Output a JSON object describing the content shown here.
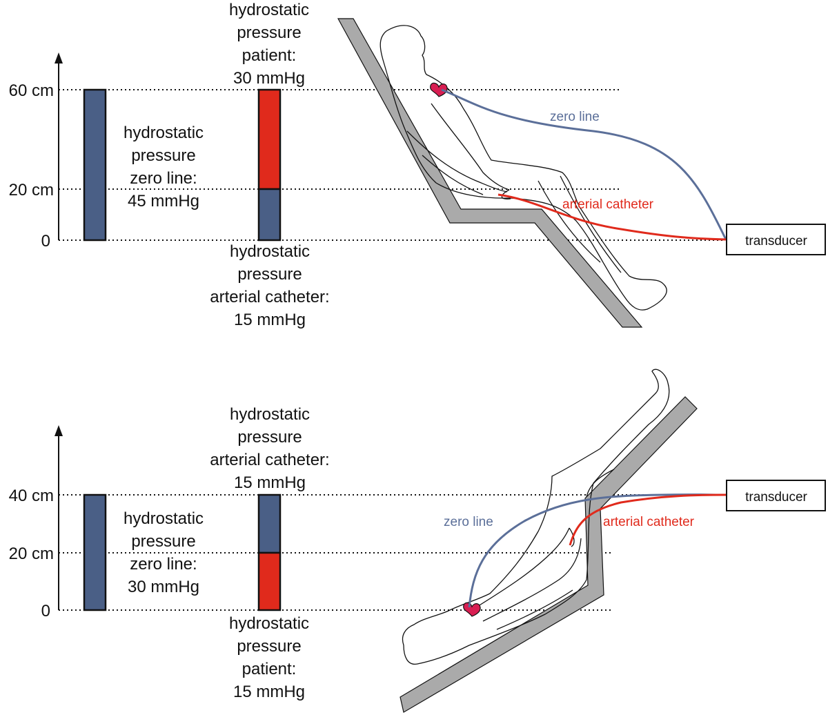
{
  "top_panel": {
    "axis_ticks": [
      "60 cm",
      "20 cm",
      "0"
    ],
    "zero_line_pressure": [
      "hydrostatic",
      "pressure",
      "zero line:",
      "45 mmHg"
    ],
    "patient_pressure": [
      "hydrostatic",
      "pressure",
      "patient:",
      "30 mmHg"
    ],
    "catheter_pressure": [
      "hydrostatic",
      "pressure",
      "arterial catheter:",
      "15 mmHg"
    ],
    "zero_line_label": "zero line",
    "catheter_label": "arterial catheter",
    "transducer_label": "transducer"
  },
  "bottom_panel": {
    "axis_ticks": [
      "40 cm",
      "20 cm",
      "0"
    ],
    "zero_line_pressure": [
      "hydrostatic",
      "pressure",
      "zero line:",
      "30 mmHg"
    ],
    "catheter_pressure": [
      "hydrostatic",
      "pressure",
      "arterial catheter:",
      "15 mmHg"
    ],
    "patient_pressure": [
      "hydrostatic",
      "pressure",
      "patient:",
      "15 mmHg"
    ],
    "zero_line_label": "zero line",
    "catheter_label": "arterial catheter",
    "transducer_label": "transducer"
  },
  "colors": {
    "blue_bar": "#4a5f86",
    "red_bar": "#e02a1c",
    "zero_line": "#5b6f99",
    "catheter_line": "#e02a1c",
    "table": "#aaaaaa",
    "heart": "#d81e52"
  }
}
